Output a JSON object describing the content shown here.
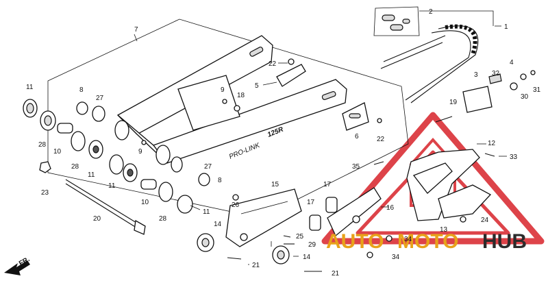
{
  "swingarm_marking": "125R",
  "swingarm_text": "PRO-LINK",
  "front_arrow": "FR.",
  "watermark": {
    "part1": "AUTO",
    "part2": "MOTO",
    "part3": "HUB",
    "color1": "#e8a21a",
    "color2": "#2b2b2b",
    "triangle_color": "#d8232a"
  },
  "labels": [
    {
      "id": "l1",
      "text": "1"
    },
    {
      "id": "l2",
      "text": "2"
    },
    {
      "id": "l3",
      "text": "3"
    },
    {
      "id": "l4",
      "text": "4"
    },
    {
      "id": "l5",
      "text": "5"
    },
    {
      "id": "l6",
      "text": "6"
    },
    {
      "id": "l7",
      "text": "7"
    },
    {
      "id": "l8a",
      "text": "8"
    },
    {
      "id": "l8b",
      "text": "8"
    },
    {
      "id": "l9a",
      "text": "9"
    },
    {
      "id": "l9b",
      "text": "9"
    },
    {
      "id": "l10a",
      "text": "10"
    },
    {
      "id": "l10b",
      "text": "10"
    },
    {
      "id": "l11a",
      "text": "11"
    },
    {
      "id": "l11b",
      "text": "11"
    },
    {
      "id": "l11c",
      "text": "11"
    },
    {
      "id": "l11d",
      "text": "11"
    },
    {
      "id": "l12",
      "text": "12"
    },
    {
      "id": "l13",
      "text": "13"
    },
    {
      "id": "l14a",
      "text": "14"
    },
    {
      "id": "l14b",
      "text": "14"
    },
    {
      "id": "l15",
      "text": "15"
    },
    {
      "id": "l16",
      "text": "16"
    },
    {
      "id": "l17a",
      "text": "17"
    },
    {
      "id": "l17b",
      "text": "17"
    },
    {
      "id": "l18",
      "text": "18"
    },
    {
      "id": "l19",
      "text": "19"
    },
    {
      "id": "l20",
      "text": "20"
    },
    {
      "id": "l21a",
      "text": "21"
    },
    {
      "id": "l21b",
      "text": "21"
    },
    {
      "id": "l22a",
      "text": "22"
    },
    {
      "id": "l22b",
      "text": "22"
    },
    {
      "id": "l23",
      "text": "23"
    },
    {
      "id": "l24",
      "text": "24"
    },
    {
      "id": "l25",
      "text": "25"
    },
    {
      "id": "l26",
      "text": "26"
    },
    {
      "id": "l27a",
      "text": "27"
    },
    {
      "id": "l27b",
      "text": "27"
    },
    {
      "id": "l28a",
      "text": "28"
    },
    {
      "id": "l28b",
      "text": "28"
    },
    {
      "id": "l28c",
      "text": "28"
    },
    {
      "id": "l29",
      "text": "29"
    },
    {
      "id": "l30",
      "text": "30"
    },
    {
      "id": "l31",
      "text": "31"
    },
    {
      "id": "l32",
      "text": "32"
    },
    {
      "id": "l33",
      "text": "33"
    },
    {
      "id": "l34a",
      "text": "34"
    },
    {
      "id": "l34b",
      "text": "34"
    },
    {
      "id": "l35",
      "text": "35"
    }
  ]
}
